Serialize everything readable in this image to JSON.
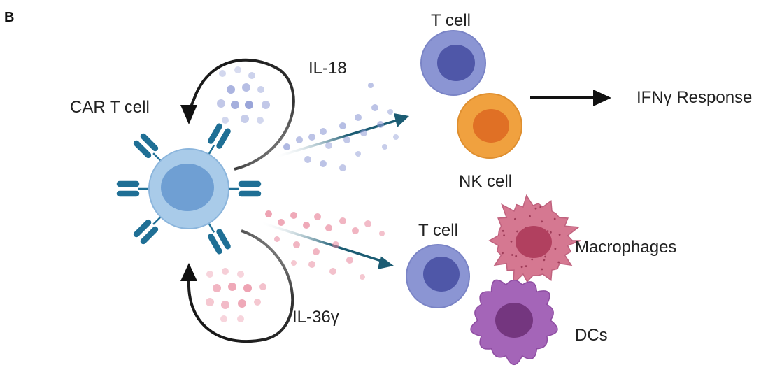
{
  "panel_letter": "B",
  "labels": {
    "car_t_cell": "CAR T cell",
    "il18": "IL-18",
    "il36g": "IL-36γ",
    "t_cell_top": "T cell",
    "nk_cell": "NK cell",
    "ifng_response": "IFNγ Response",
    "t_cell_bottom": "T cell",
    "macrophages": "Macrophages",
    "dcs": "DCs"
  },
  "colors": {
    "car_t_body": "#a9cbe9",
    "car_t_nucleus": "#6f9fd3",
    "receptor": "#1f6f95",
    "t_cell": "#8b95d3",
    "t_cell_nucleus": "#4f57a8",
    "nk_cell": "#f0a13f",
    "nk_nucleus": "#e07025",
    "macrophage": "#d57891",
    "macrophage_nucleus": "#b1405f",
    "dc": "#a465b8",
    "dc_nucleus": "#74367f",
    "il18_dot": "#8f9bd5",
    "il36_dot": "#e8849a",
    "arrow_teal": "#1b5c73",
    "arrow_black": "#111111"
  }
}
